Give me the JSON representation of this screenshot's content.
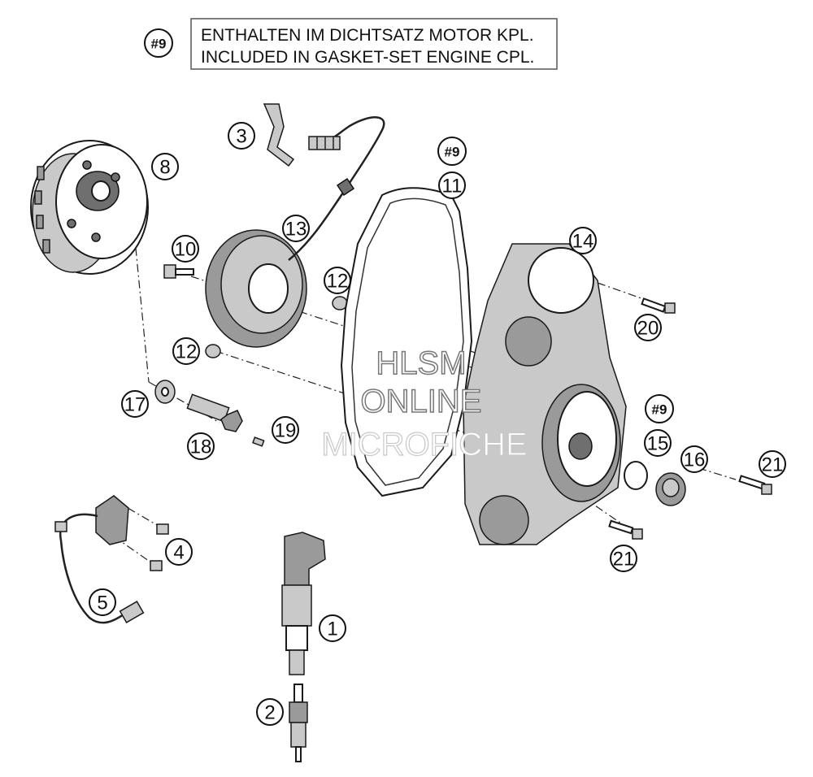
{
  "note": {
    "ref": "#9",
    "line1": "ENTHALTEN IM DICHTSATZ MOTOR KPL.",
    "line2": "INCLUDED IN GASKET-SET ENGINE CPL."
  },
  "callouts": {
    "c1": "1",
    "c2": "2",
    "c3": "3",
    "c4": "4",
    "c5": "5",
    "c8": "8",
    "c9a": "#9",
    "c9b": "#9",
    "c10": "10",
    "c11": "11",
    "c12a": "12",
    "c12b": "12",
    "c13": "13",
    "c14": "14",
    "c15": "15",
    "c16": "16",
    "c17": "17",
    "c18": "18",
    "c19": "19",
    "c20": "20",
    "c21a": "21",
    "c21b": "21"
  },
  "watermark": {
    "line1": "HLSM",
    "line2": "ONLINE",
    "line3": "MICROFICHE"
  }
}
